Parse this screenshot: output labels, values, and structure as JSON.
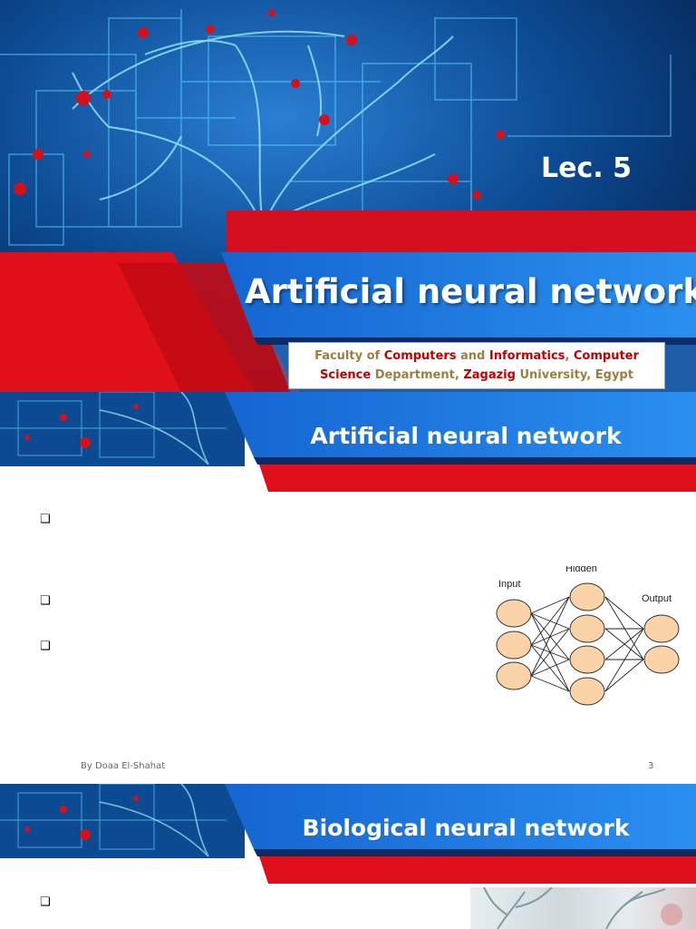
{
  "title_slide": {
    "lecture": "Lec. 5",
    "title": "Artificial neural network",
    "faculty": {
      "p1": "Faculty of ",
      "p2": "Computers",
      "p3": " and ",
      "p4": "Informatics",
      "p5": ", ",
      "p6": "Computer",
      "p7": "Science",
      "p8": " Department, ",
      "p9": "Zagazig",
      "p10": " University, Egypt"
    }
  },
  "slide2": {
    "title": "Artificial neural network",
    "bullet_glyph": "❑",
    "diagram": {
      "input_label": "Input",
      "hidden_label": "Hidden",
      "output_label": "Output"
    },
    "footer_author": "By Doaa El-Shahat",
    "page_number": "3"
  },
  "slide3": {
    "title": "Biological neural network",
    "bullet_glyph": "❑"
  },
  "colors": {
    "banner_blue": "#1e73d8",
    "banner_red": "#e0101a",
    "highlight_red": "#c00000",
    "gold_text": "#9a8040",
    "neuron_fill": "#fbd3a8"
  }
}
